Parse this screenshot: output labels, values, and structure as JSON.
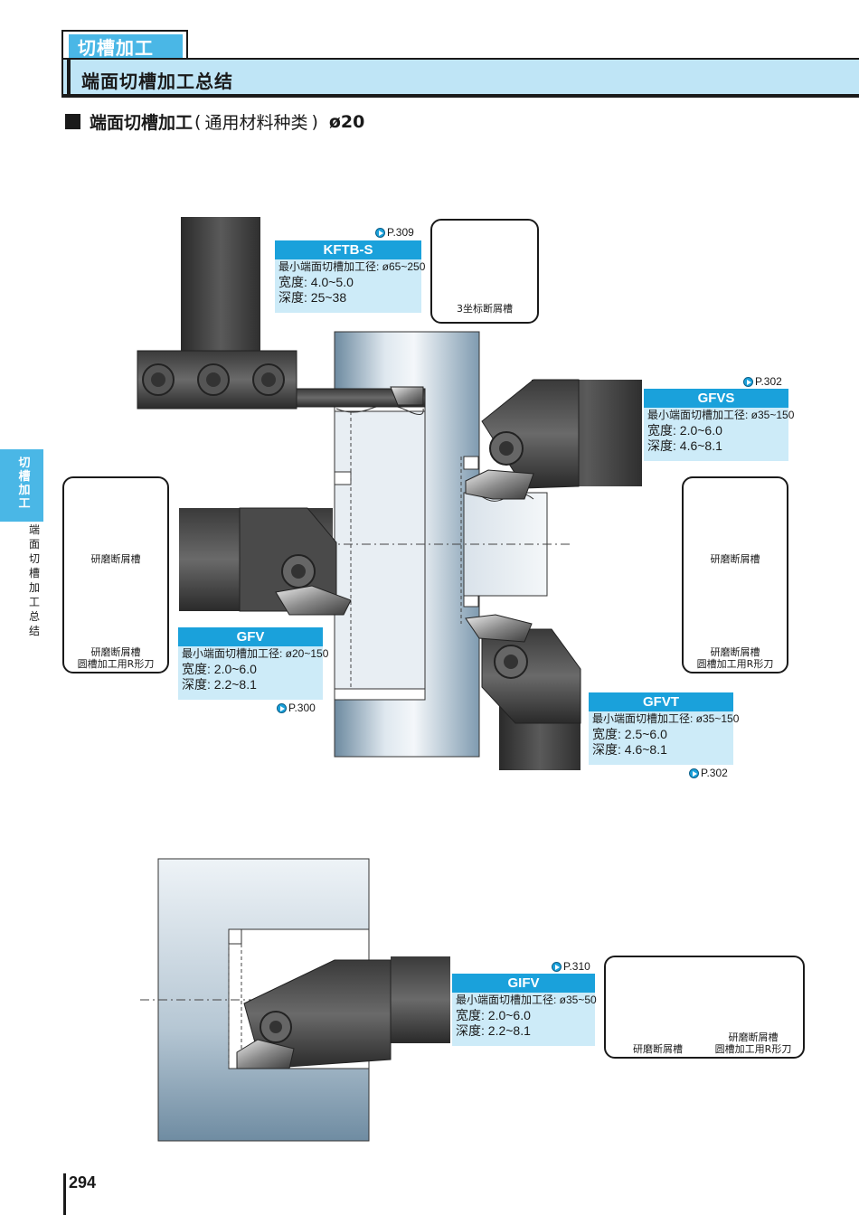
{
  "header": {
    "category": "切槽加工",
    "title": "端面切槽加工总结"
  },
  "section": {
    "title": "端面切槽加工",
    "subtitle": "通用材料种类",
    "paren_open": "(",
    "paren_close": ")",
    "diameter": "ø20"
  },
  "side_tab": {
    "category": "切槽加工",
    "subcategory": "端面切槽加工总结"
  },
  "tools": {
    "kftb": {
      "name": "KFTB-S",
      "min_dia": "最小端面切槽加工径: ø65~250",
      "width": "宽度: 4.0~5.0",
      "depth": "深度: 25~38",
      "page_ref": "P.309"
    },
    "gfvs": {
      "name": "GFVS",
      "min_dia": "最小端面切槽加工径: ø35~150",
      "width": "宽度: 2.0~6.0",
      "depth": "深度: 4.6~8.1",
      "page_ref": "P.302"
    },
    "gfv": {
      "name": "GFV",
      "min_dia": "最小端面切槽加工径: ø20~150",
      "width": "宽度: 2.0~6.0",
      "depth": "深度: 2.2~8.1",
      "page_ref": "P.300"
    },
    "gfvt": {
      "name": "GFVT",
      "min_dia": "最小端面切槽加工径: ø35~150",
      "width": "宽度: 2.5~6.0",
      "depth": "深度: 4.6~8.1",
      "page_ref": "P.302"
    },
    "gifv": {
      "name": "GIFV",
      "min_dia": "最小端面切槽加工径: ø35~50",
      "width": "宽度: 2.0~6.0",
      "depth": "深度: 2.2~8.1",
      "page_ref": "P.310"
    }
  },
  "inserts": {
    "kftb_insert": "3坐标断屑槽",
    "ground_breaker": "研磨断屑槽",
    "ground_breaker_r_line1": "研磨断屑槽",
    "ground_breaker_r_line2": "圆槽加工用R形刀"
  },
  "page": {
    "number": "294"
  },
  "colors": {
    "accent": "#1aa1db",
    "accent_light": "#cdebf8",
    "title_bar": "#bfe5f6"
  }
}
